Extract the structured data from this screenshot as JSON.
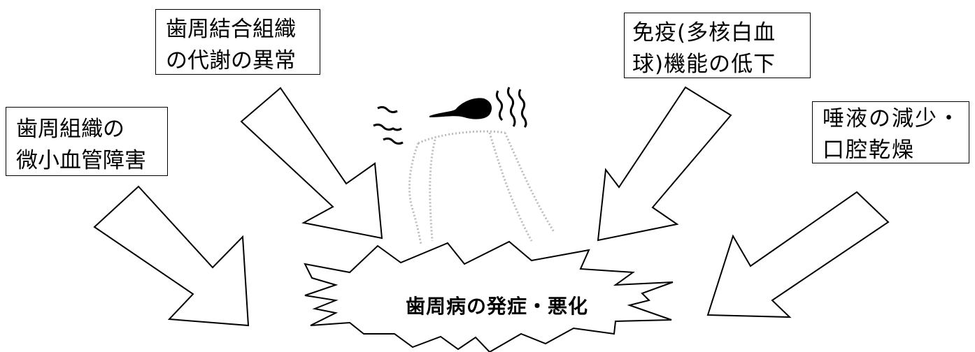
{
  "boxes": {
    "periodontal_microvascular": {
      "line1": "歯周組織の",
      "line2": "微小血管障害"
    },
    "connective_tissue_metabolism": {
      "line1": "歯周結合組織",
      "line2": "の代謝の異常"
    },
    "immune_function": {
      "line1": "免疫(多核白血",
      "line2": "球)機能の低下"
    },
    "saliva_dry_mouth": {
      "line1": "唾液の減少・",
      "line2": "口腔乾燥"
    }
  },
  "center": {
    "label": "歯周病の発症・悪化"
  },
  "icons": [
    "arrow-icon",
    "starburst-icon",
    "tooth-illustration-icon",
    "bacteria-icon"
  ],
  "colors": {
    "stroke": "#000000",
    "background": "#ffffff",
    "tooth": "#bbbbbb"
  }
}
